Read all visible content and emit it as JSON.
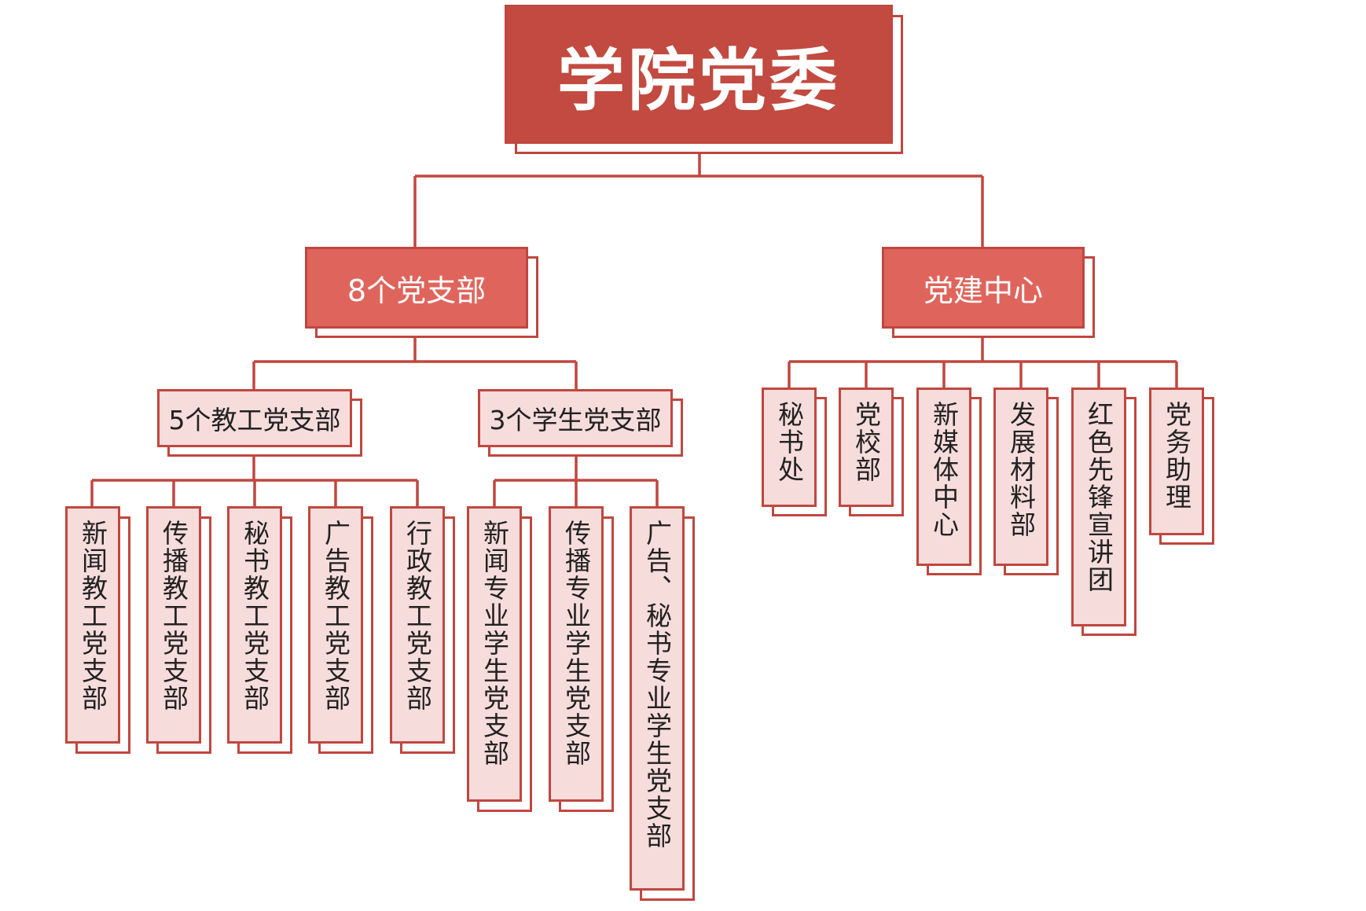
{
  "root": {
    "label": "学院党委"
  },
  "level1": [
    {
      "label": "8个党支部"
    },
    {
      "label": "党建中心"
    }
  ],
  "level2": [
    {
      "label": "5个教工党支部"
    },
    {
      "label": "3个学生党支部"
    }
  ],
  "faculty_branches": [
    {
      "label": "新闻教工党支部"
    },
    {
      "label": "传播教工党支部"
    },
    {
      "label": "秘书教工党支部"
    },
    {
      "label": "广告教工党支部"
    },
    {
      "label": "行政教工党支部"
    }
  ],
  "student_branches": [
    {
      "label": "新闻专业学生党支部"
    },
    {
      "label": "传播专业学生党支部"
    },
    {
      "label": "广告、秘书专业学生党支部"
    }
  ],
  "center_units": [
    {
      "label": "秘书处"
    },
    {
      "label": "党校部"
    },
    {
      "label": "新媒体中心"
    },
    {
      "label": "发展材料部"
    },
    {
      "label": "红色先锋宣讲团"
    },
    {
      "label": "党务助理"
    }
  ],
  "colors": {
    "line": "#c0473f",
    "root_fill": "#c24a40",
    "level1_fill": "#df655c",
    "leaf_fill": "#f6dcdb"
  }
}
